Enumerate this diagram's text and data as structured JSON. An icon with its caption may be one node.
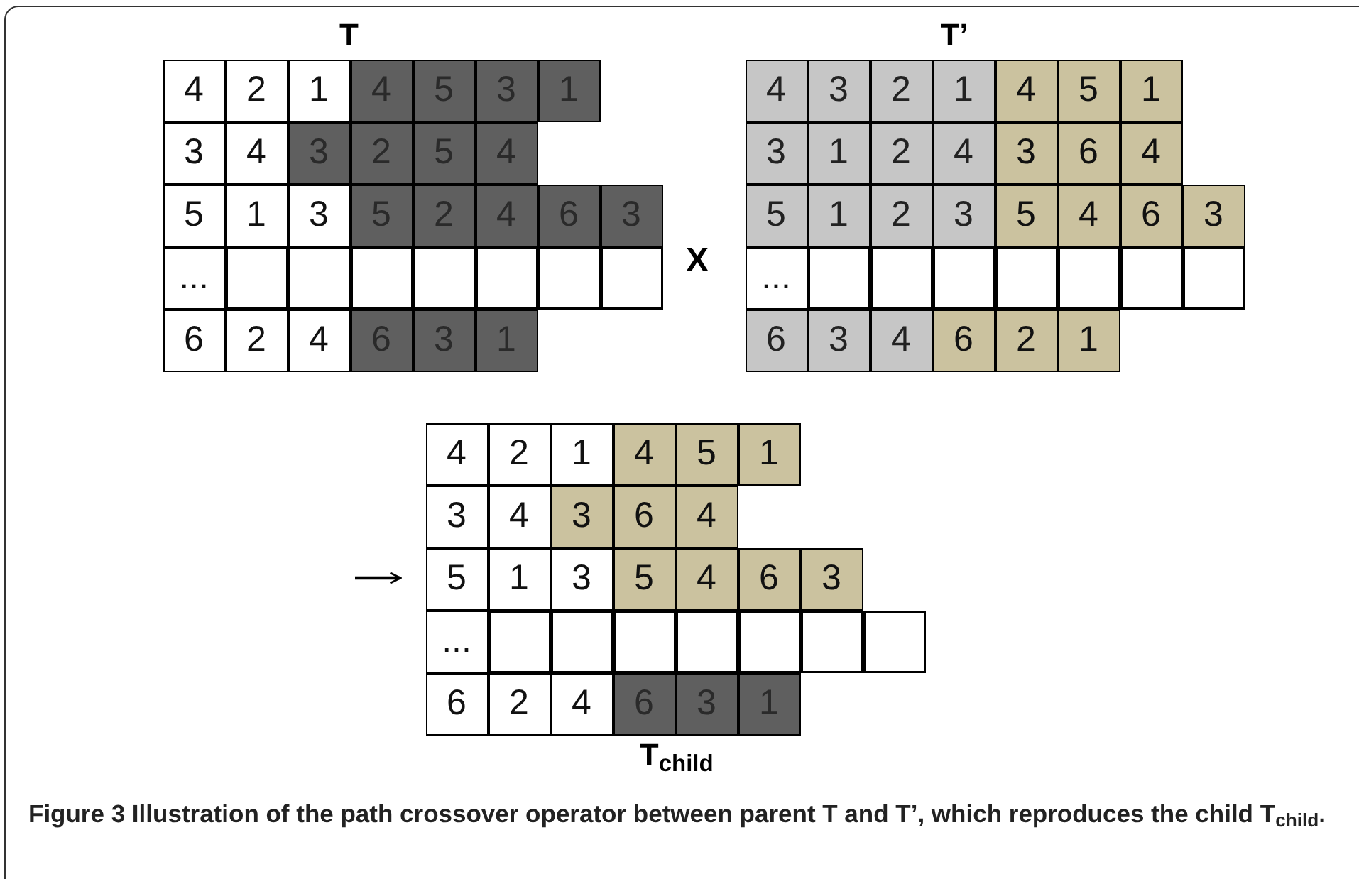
{
  "diagram": {
    "caption": "Figure 3 Illustration of the path crossover operator between parent T and T’, which reproduces the child T$_{child}$.",
    "nodes": [
      {
        "text": [
          "T"
        ]
      },
      {
        "text": [
          "4"
        ],
        "in": 0
      },
      {
        "text": [
          "2"
        ],
        "in": 0
      },
      {
        "text": [
          "1"
        ],
        "in": 0
      },
      {
        "text": [
          "4"
        ],
        "in": 0
      },
      {
        "text": [
          "5"
        ],
        "in": 0
      },
      {
        "text": [
          "3"
        ],
        "in": 0
      },
      {
        "text": [
          "1"
        ],
        "in": 0
      },
      {
        "text": [
          "3"
        ],
        "in": 0
      },
      {
        "text": [
          "4"
        ],
        "in": 0
      },
      {
        "text": [
          "3"
        ],
        "in": 0
      },
      {
        "text": [
          "2"
        ],
        "in": 0
      },
      {
        "text": [
          "5"
        ],
        "in": 0
      },
      {
        "text": [
          "4"
        ],
        "in": 0
      },
      {
        "text": [
          "5"
        ],
        "in": 0
      },
      {
        "text": [
          "1"
        ],
        "in": 0
      },
      {
        "text": [
          "3"
        ],
        "in": 0
      },
      {
        "text": [
          "5"
        ],
        "in": 0
      },
      {
        "text": [
          "2"
        ],
        "in": 0
      },
      {
        "text": [
          "4"
        ],
        "in": 0
      },
      {
        "text": [
          "6"
        ],
        "in": 0
      },
      {
        "text": [
          "3"
        ],
        "in": 0
      },
      {
        "text": [
          "..."
        ],
        "in": 0
      },
      {
        "text": [],
        "shape": "box",
        "in": 0
      },
      {
        "text": [],
        "shape": "box",
        "in": 0
      },
      {
        "text": [],
        "shape": "box",
        "in": 0
      },
      {
        "text": [],
        "shape": "box",
        "in": 0
      },
      {
        "text": [],
        "shape": "box",
        "in": 0
      },
      {
        "text": [],
        "shape": "box",
        "in": 0
      },
      {
        "text": [],
        "shape": "box",
        "in": 0
      },
      {
        "text": [
          "6"
        ],
        "in": 0
      },
      {
        "text": [
          "2"
        ],
        "in": 0
      },
      {
        "text": [
          "4"
        ],
        "in": 0
      },
      {
        "text": [
          "6"
        ],
        "in": 0
      },
      {
        "text": [
          "3"
        ],
        "in": 0
      },
      {
        "text": [
          "1"
        ],
        "in": 0
      },
      {
        "text": [
          "T’"
        ]
      },
      {
        "text": [
          "4"
        ],
        "in": 36
      },
      {
        "text": [
          "3"
        ],
        "in": 36
      },
      {
        "text": [
          "2"
        ],
        "in": 36
      },
      {
        "text": [
          "1"
        ],
        "in": 36
      },
      {
        "text": [
          "4"
        ],
        "in": 36
      },
      {
        "text": [
          "5"
        ],
        "in": 36
      },
      {
        "text": [
          "1"
        ],
        "in": 36
      },
      {
        "text": [
          "3"
        ],
        "in": 36
      },
      {
        "text": [
          "1"
        ],
        "in": 36
      },
      {
        "text": [
          "2"
        ],
        "in": 36
      },
      {
        "text": [
          "4"
        ],
        "in": 36
      },
      {
        "text": [
          "3"
        ],
        "in": 36
      },
      {
        "text": [
          "6"
        ],
        "in": 36
      },
      {
        "text": [
          "4"
        ],
        "in": 36
      },
      {
        "text": [
          "5"
        ],
        "in": 36
      },
      {
        "text": [
          "1"
        ],
        "in": 36
      },
      {
        "text": [
          "2"
        ],
        "in": 36
      },
      {
        "text": [
          "3"
        ],
        "in": 36
      },
      {
        "text": [
          "5"
        ],
        "in": 36
      },
      {
        "text": [
          "4"
        ],
        "in": 36
      },
      {
        "text": [
          "6"
        ],
        "in": 36
      },
      {
        "text": [
          "3"
        ],
        "in": 36
      },
      {
        "text": [
          "..."
        ],
        "in": 36
      },
      {
        "text": [],
        "shape": "box",
        "in": 36
      },
      {
        "text": [],
        "shape": "box",
        "in": 36
      },
      {
        "text": [],
        "shape": "box",
        "in": 36
      },
      {
        "text": [],
        "shape": "box",
        "in": 36
      },
      {
        "text": [],
        "shape": "box",
        "in": 36
      },
      {
        "text": [],
        "shape": "box",
        "in": 36
      },
      {
        "text": [],
        "shape": "box",
        "in": 36
      },
      {
        "text": [
          "6"
        ],
        "in": 36
      },
      {
        "text": [
          "3"
        ],
        "in": 36
      },
      {
        "text": [
          "4"
        ],
        "in": 36
      },
      {
        "text": [
          "6"
        ],
        "in": 36
      },
      {
        "text": [
          "2"
        ],
        "in": 36
      },
      {
        "text": [
          "1"
        ],
        "in": 36
      },
      {
        "text": [
          "T$_{child}$"
        ]
      },
      {
        "text": [
          "4"
        ],
        "in": 73
      },
      {
        "text": [
          "2"
        ],
        "in": 73
      },
      {
        "text": [
          "1"
        ],
        "in": 73
      },
      {
        "text": [
          "4"
        ],
        "in": 73
      },
      {
        "text": [
          "5"
        ],
        "in": 73
      },
      {
        "text": [
          "1"
        ],
        "in": 73
      },
      {
        "text": [
          "3"
        ],
        "in": 73
      },
      {
        "text": [
          "4"
        ],
        "in": 73
      },
      {
        "text": [
          "3"
        ],
        "in": 73
      },
      {
        "text": [
          "6"
        ],
        "in": 73
      },
      {
        "text": [
          "4"
        ],
        "in": 73
      },
      {
        "text": [
          "5"
        ],
        "in": 73
      },
      {
        "text": [
          "1"
        ],
        "in": 73
      },
      {
        "text": [
          "3"
        ],
        "in": 73
      },
      {
        "text": [
          "5"
        ],
        "in": 73
      },
      {
        "text": [
          "4"
        ],
        "in": 73
      },
      {
        "text": [
          "6"
        ],
        "in": 73
      },
      {
        "text": [
          "3"
        ],
        "in": 73
      },
      {
        "text": [
          "..."
        ],
        "in": 73
      },
      {
        "text": [],
        "shape": "box",
        "in": 73
      },
      {
        "text": [],
        "shape": "box",
        "in": 73
      },
      {
        "text": [],
        "shape": "box",
        "in": 73
      },
      {
        "text": [],
        "shape": "box",
        "in": 73
      },
      {
        "text": [],
        "shape": "box",
        "in": 73
      },
      {
        "text": [],
        "shape": "box",
        "in": 73
      },
      {
        "text": [],
        "shape": "box",
        "in": 73
      },
      {
        "text": [
          "6"
        ],
        "in": 73
      },
      {
        "text": [
          "2"
        ],
        "in": 73
      },
      {
        "text": [
          "4"
        ],
        "in": 73
      },
      {
        "text": [
          "6"
        ],
        "in": 73
      },
      {
        "text": [
          "3"
        ],
        "in": 73
      },
      {
        "text": [
          "1"
        ],
        "in": 73
      }
    ],
    "edges": [
      {
        "from": null,
        "to": 73,
        "arrow": "to"
      }
    ],
    "labels": [
      "X"
    ]
  }
}
